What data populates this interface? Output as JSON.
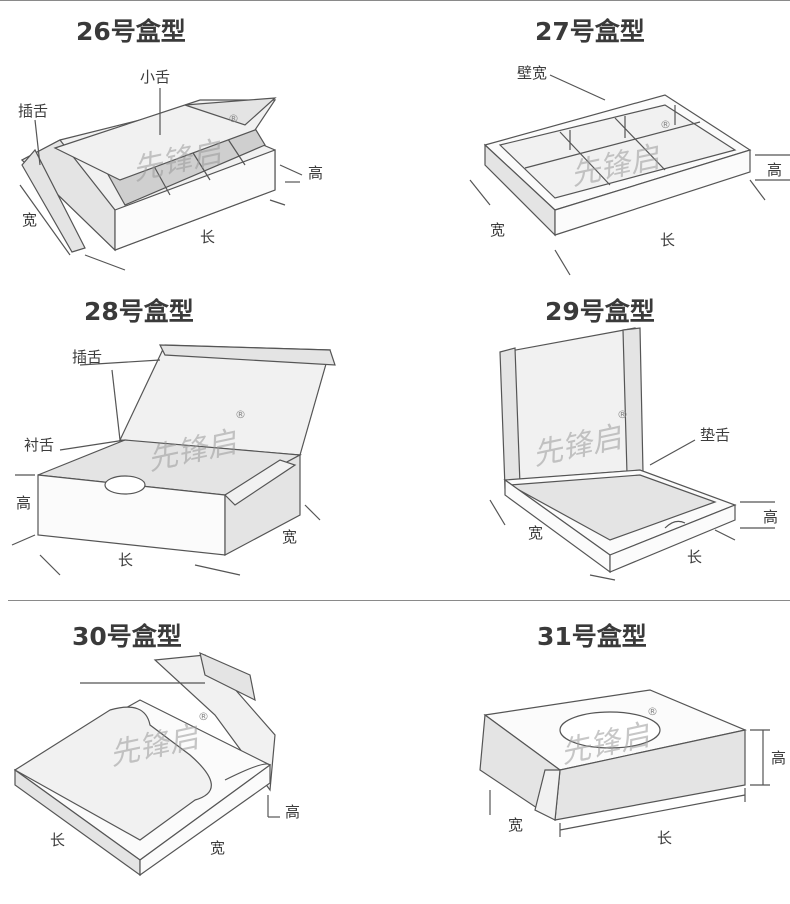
{
  "panels": [
    {
      "title": "26号盒型",
      "labels": {
        "tongue_small": "小舌",
        "tongue_insert": "插舌",
        "height": "高",
        "width": "宽",
        "length": "长"
      }
    },
    {
      "title": "27号盒型",
      "labels": {
        "wall_width": "壁宽",
        "height": "高",
        "width": "宽",
        "length": "长"
      }
    },
    {
      "title": "28号盒型",
      "labels": {
        "tongue_insert": "插舌",
        "tongue_lining": "衬舌",
        "height": "高",
        "width": "宽",
        "length": "长"
      }
    },
    {
      "title": "29号盒型",
      "labels": {
        "tongue_pad": "垫舌",
        "height": "高",
        "width": "宽",
        "length": "长"
      }
    },
    {
      "title": "30号盒型",
      "labels": {
        "height": "高",
        "width": "宽",
        "length": "长"
      }
    },
    {
      "title": "31号盒型",
      "labels": {
        "height": "高",
        "width": "宽",
        "length": "长"
      }
    }
  ],
  "watermark": {
    "text": "先锋启",
    "mark": "®"
  }
}
